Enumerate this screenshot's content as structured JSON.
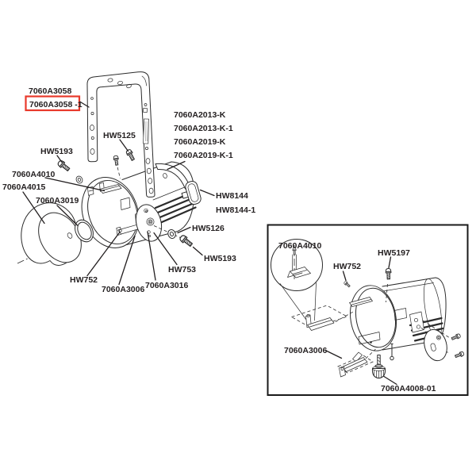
{
  "palette": {
    "background": "#ffffff",
    "line_color": "#2b2b2b",
    "text_color": "#231f20",
    "highlight_color": "#e8392b"
  },
  "main_diagram": {
    "labels": {
      "yoke": "7060A3058",
      "yoke_highlighted": "7060A3058 -1",
      "yoke_screw": "HW5125",
      "clamp_screw": "HW5193",
      "top_bracket": "7060A4010",
      "reflector": "7060A4015",
      "ring": "7060A3019",
      "fixture_option_1": "7060A2013-K",
      "fixture_option_2": "7060A2013-K-1",
      "fixture_option_3": "7060A2019-K",
      "fixture_option_4": "7060A2019-K-1",
      "knob": "HW8144",
      "knob_alt": "HW8144-1",
      "washer": "HW5126",
      "plate_screw": "HW5193",
      "shoulder_screw": "HW753",
      "set_screw": "HW752",
      "bottom_bracket": "7060A3006",
      "side_plate": "7060A3016"
    }
  },
  "inset_diagram": {
    "labels": {
      "top_bracket": "7060A4010",
      "set_screw": "HW752",
      "cap_screw": "HW5197",
      "bottom_bracket": "7060A3006",
      "foot": "7060A4008-01"
    }
  }
}
